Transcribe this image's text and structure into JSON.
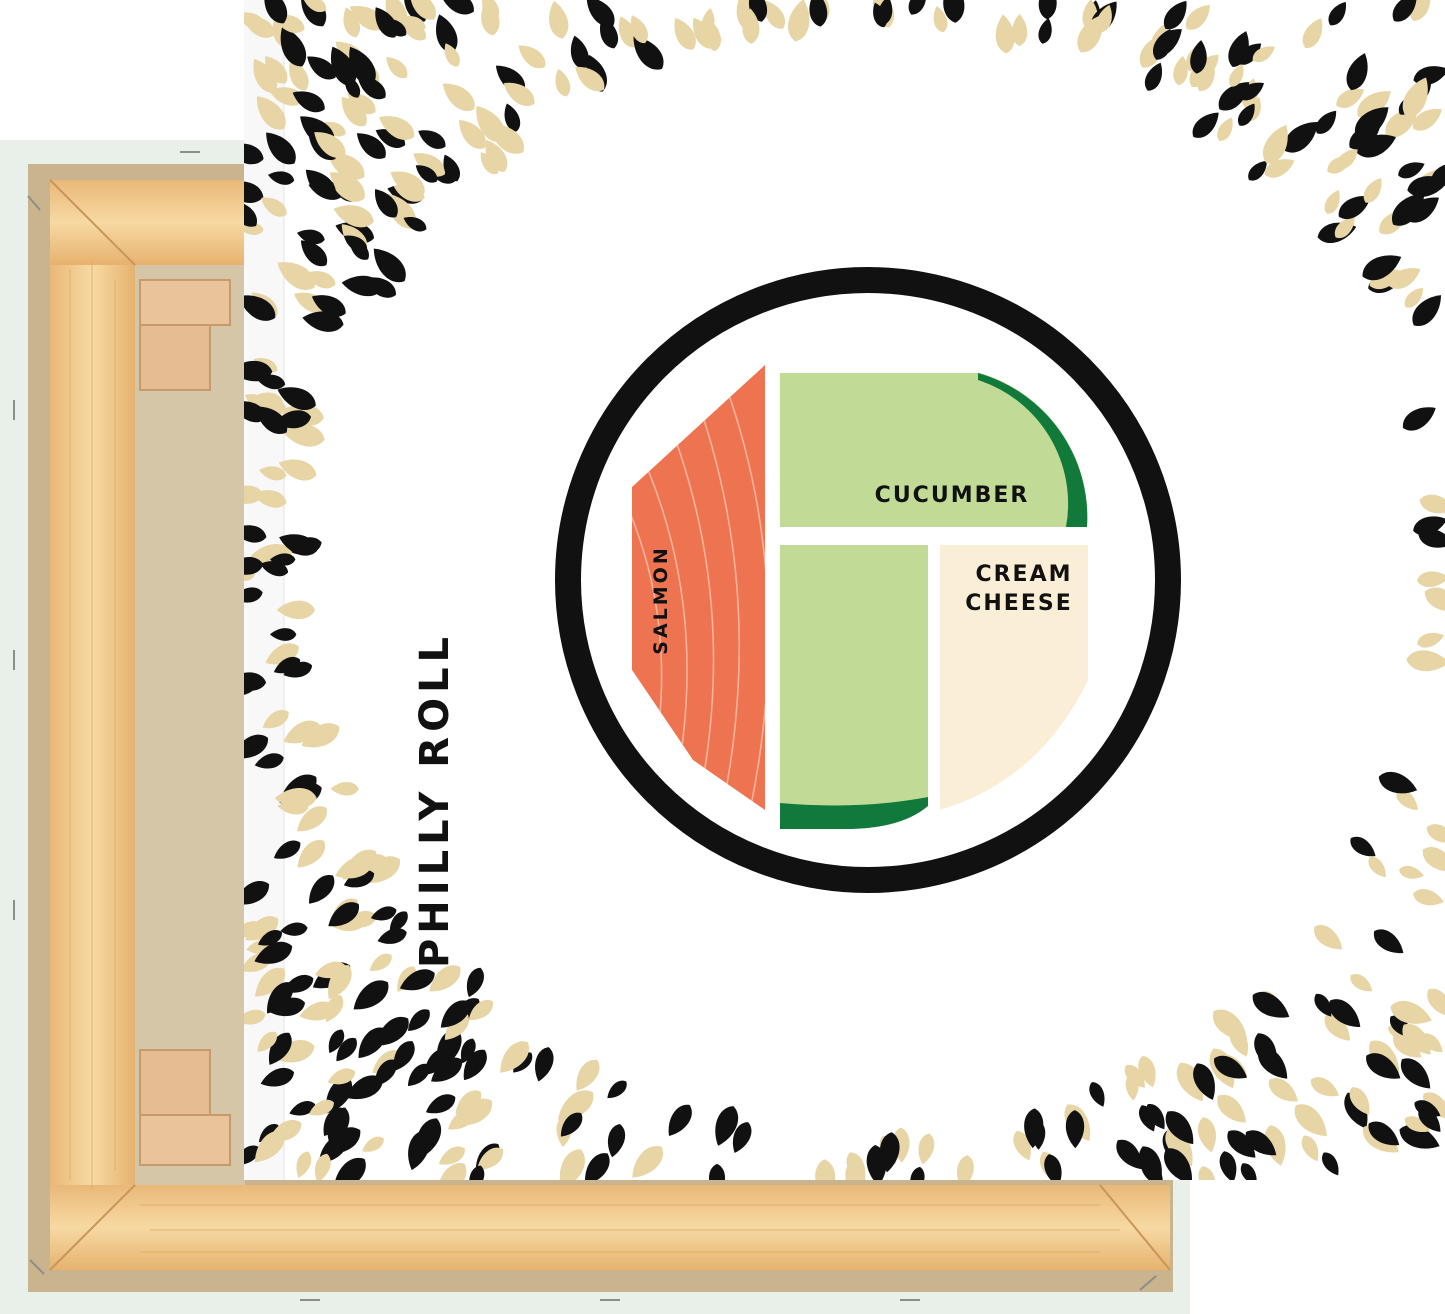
{
  "artwork": {
    "title": "PHILLY ROLL",
    "labels": {
      "salmon": "SALMON",
      "cucumber": "CUCUMBER",
      "cream_cheese_line1": "CREAM",
      "cream_cheese_line2": "CHEESE"
    }
  },
  "colors": {
    "background": "#ffffff",
    "ring": "#111111",
    "salmon": "#ee7350",
    "salmon_lines": "#f7b39a",
    "cucumber_light": "#c1db97",
    "cucumber_dark": "#117a3a",
    "cream_cheese": "#fbeed6",
    "sesame_black": "#111111",
    "sesame_tan": "#e8d5a6",
    "frame_wood": "#f1c98a",
    "frame_wood_dark": "#d9a862",
    "canvas_back": "#d8c7a6",
    "canvas_wrap": "#e9efe9"
  },
  "icons": {
    "sesame_seed": "sesame-seed-icon",
    "staple": "staple-icon"
  }
}
